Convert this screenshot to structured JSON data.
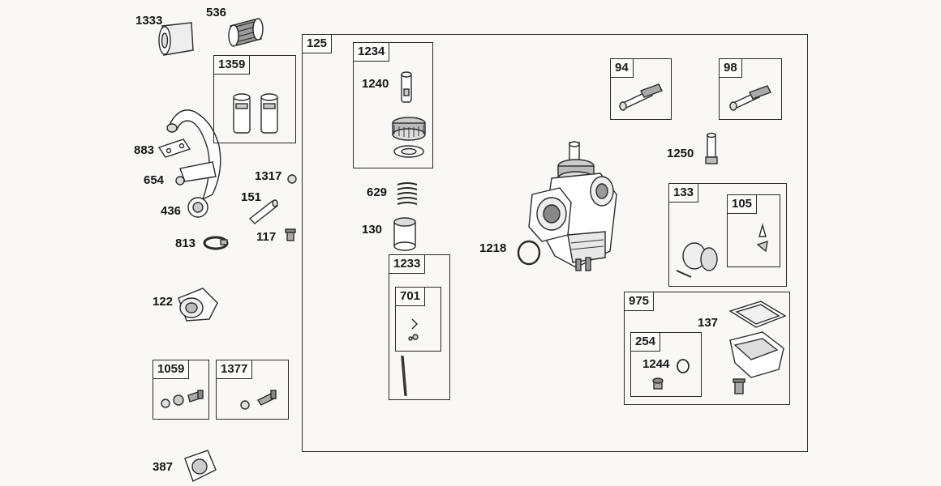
{
  "labels": {
    "p1333": "1333",
    "p536": "536",
    "p883": "883",
    "p654": "654",
    "p1317": "1317",
    "p151": "151",
    "p436": "436",
    "p117": "117",
    "p813": "813",
    "p122": "122",
    "p387": "387",
    "p1240": "1240",
    "p629": "629",
    "p130": "130",
    "p1218": "1218",
    "p1250": "1250",
    "p137": "137",
    "p1244": "1244"
  },
  "boxes": {
    "b125": "125",
    "b1359": "1359",
    "b1234": "1234",
    "b1233": "1233",
    "b701": "701",
    "b94": "94",
    "b98": "98",
    "b133": "133",
    "b105": "105",
    "b975": "975",
    "b254": "254",
    "b1059": "1059",
    "b1377": "1377"
  },
  "colors": {
    "line": "#2a2a2a",
    "fill": "#ffffff",
    "shade": "#c9c9c9",
    "background": "#f9f8f6"
  }
}
